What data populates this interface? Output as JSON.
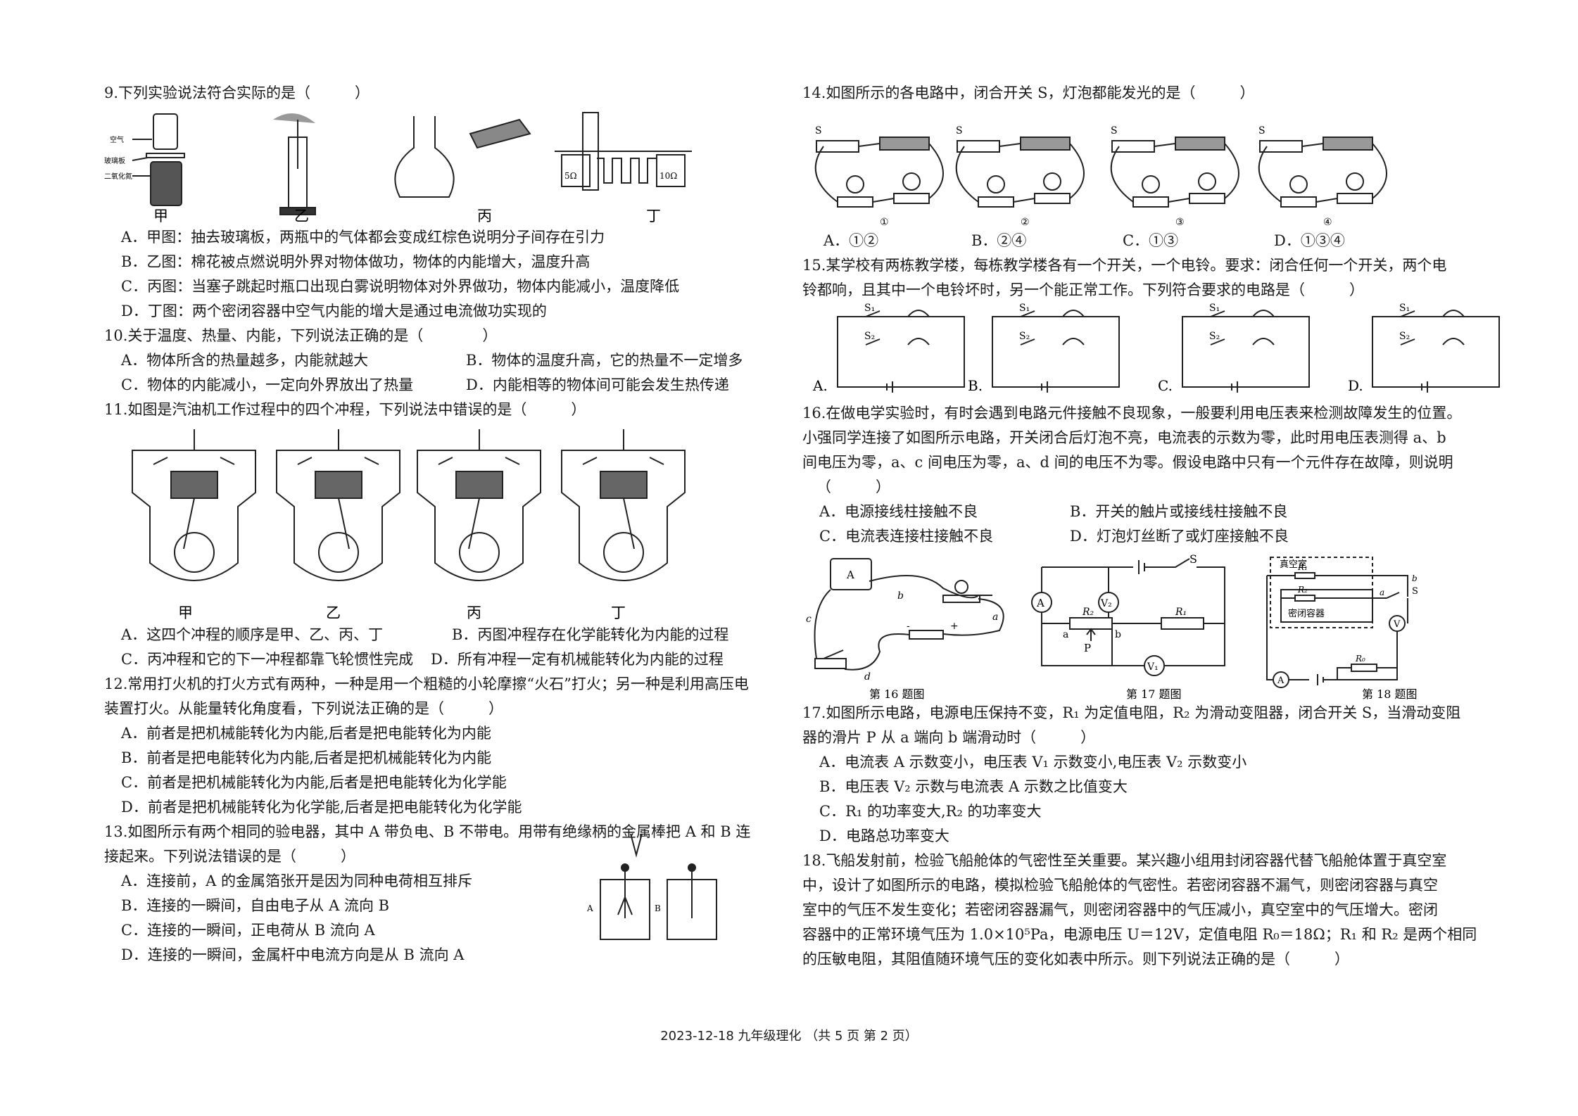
{
  "q9": {
    "stem": "9.下列实验说法符合实际的是（　　　）",
    "fig_labels": [
      "甲",
      "乙",
      "丙",
      "丁"
    ],
    "fig_small": [
      "空气",
      "玻璃板",
      "二氧化氮",
      "5Ω",
      "10Ω"
    ],
    "options": [
      "A．甲图：抽去玻璃板，两瓶中的气体都会变成红棕色说明分子间存在引力",
      "B．乙图：棉花被点燃说明外界对物体做功，物体的内能增大，温度升高",
      "C．丙图：当塞子跳起时瓶口出现白雾说明物体对外界做功，物体内能减小，温度降低",
      "D．丁图：两个密闭容器中空气内能的增大是通过电流做功实现的"
    ]
  },
  "q10": {
    "stem": "10.关于温度、热量、内能，下列说法正确的是（　　　　）",
    "options": [
      "A．物体所含的热量越多，内能就越大",
      "B．物体的温度升高，它的热量不一定增多",
      "C．物体的内能减小，一定向外界放出了热量",
      "D．内能相等的物体间可能会发生热传递"
    ]
  },
  "q11": {
    "stem": "11.如图是汽油机工作过程中的四个冲程，下列说法中错误的是（　　　）",
    "fig_labels": [
      "甲",
      "乙",
      "丙",
      "丁"
    ],
    "options": [
      "A．这四个冲程的顺序是甲、乙、丙、丁",
      "B．丙图冲程存在化学能转化为内能的过程",
      "C．丙冲程和它的下一冲程都靠飞轮惯性完成",
      "D．所有冲程一定有机械能转化为内能的过程"
    ]
  },
  "q12": {
    "stem1": "12.常用打火机的打火方式有两种，一种是用一个粗糙的小轮摩擦“火石”打火；另一种是利用高压电",
    "stem2": "装置打火。从能量转化角度看，下列说法正确的是（　　　）",
    "options": [
      "A．前者是把机械能转化为内能,后者是把电能转化为内能",
      "B．前者是把电能转化为内能,后者是把机械能转化为内能",
      "C．前者是把机械能转化为内能,后者是把电能转化为化学能",
      "D．前者是把机械能转化为化学能,后者是把电能转化为化学能"
    ]
  },
  "q13": {
    "stem1": "13.如图所示有两个相同的验电器，其中 A 带负电、B 不带电。用带有绝缘柄的金属棒把 A 和 B 连",
    "stem2": "接起来。下列说法错误的是（　　　）",
    "fig_small": [
      "A",
      "B"
    ],
    "options": [
      "A．连接前，A 的金属箔张开是因为同种电荷相互排斥",
      "B．连接的一瞬间，自由电子从 A 流向 B",
      "C．连接的一瞬间，正电荷从 B 流向 A",
      "D．连接的一瞬间，金属杆中电流方向是从 B 流向 A"
    ]
  },
  "q14": {
    "stem": "14.如图所示的各电路中，闭合开关 S，灯泡都能发光的是（　　　）",
    "circuit_nums": [
      "①",
      "②",
      "③",
      "④"
    ],
    "fig_small": [
      "S",
      "+",
      "-"
    ],
    "options": [
      "A．①②",
      "B．②④",
      "C．①③",
      "D．①③④"
    ]
  },
  "q15": {
    "stem1": "15.某学校有两栋教学楼，每栋教学楼各有一个开关，一个电铃。要求：闭合任何一个开关，两个电",
    "stem2": "铃都响，且其中一个电铃坏时，另一个能正常工作。下列符合要求的电路是（　　　）",
    "option_letters": [
      "A.",
      "B.",
      "C.",
      "D."
    ],
    "switch_labels": [
      "S₁",
      "S₂"
    ]
  },
  "q16": {
    "lines": [
      "16.在做电学实验时，有时会遇到电路元件接触不良现象，一般要利用电压表来检测故障发生的位置。",
      "小强同学连接了如图所示电路，开关闭合后灯泡不亮，电流表的示数为零，此时用电压表测得 a、b",
      "间电压为零，a、c 间电压为零，a、d 间的电压不为零。假设电路中只有一个元件存在故障，则说明",
      "（　　　）"
    ],
    "options": [
      "A．电源接线柱接触不良",
      "B．开关的触片或接线柱接触不良",
      "C．电流表连接柱接触不良",
      "D．灯泡灯丝断了或灯座接触不良"
    ],
    "fig_points": [
      "a",
      "b",
      "c",
      "d",
      "A",
      "+",
      "-"
    ]
  },
  "figs_caption": [
    "第 16 题图",
    "第 17 题图",
    "第 18 题图"
  ],
  "fig17": {
    "labels": [
      "S",
      "A",
      "V₂",
      "R₂",
      "R₁",
      "a",
      "P",
      "b",
      "V₁"
    ]
  },
  "fig18": {
    "labels": [
      "真空室",
      "R₁",
      "R₂",
      "密闭容器",
      "a",
      "b",
      "S",
      "V",
      "A",
      "R₀"
    ]
  },
  "q17": {
    "stem1": "17.如图所示电路，电源电压保持不变，R₁ 为定值电阻，R₂ 为滑动变阻器，闭合开关 S，当滑动变阻",
    "stem2": "器的滑片 P 从 a 端向 b 端滑动时（　　　）",
    "options": [
      "A．电流表 A 示数变小，电压表 V₁ 示数变小,电压表 V₂ 示数变小",
      "B．电压表 V₂ 示数与电流表 A 示数之比值变大",
      "C．R₁ 的功率变大,R₂ 的功率变大",
      "D．电路总功率变大"
    ]
  },
  "q18": {
    "lines": [
      "18.飞船发射前，检验飞船舱体的气密性至关重要。某兴趣小组用封闭容器代替飞船舱体置于真空室",
      "中，设计了如图所示的电路，模拟检验飞船舱体的气密性。若密闭容器不漏气，则密闭容器与真空",
      "室中的气压不发生变化；若密闭容器漏气，则密闭容器中的气压减小，真空室中的气压增大。密闭",
      "容器中的正常环境气压为 1.0×10⁵Pa，电源电压 U＝12V，定值电阻 R₀＝18Ω；R₁ 和 R₂ 是两个相同",
      "的压敏电阻，其阻值随环境气压的变化如表中所示。则下列说法正确的是（　　　）"
    ]
  },
  "footer": "2023-12-18  九年级理化  （共 5 页  第 2 页）"
}
